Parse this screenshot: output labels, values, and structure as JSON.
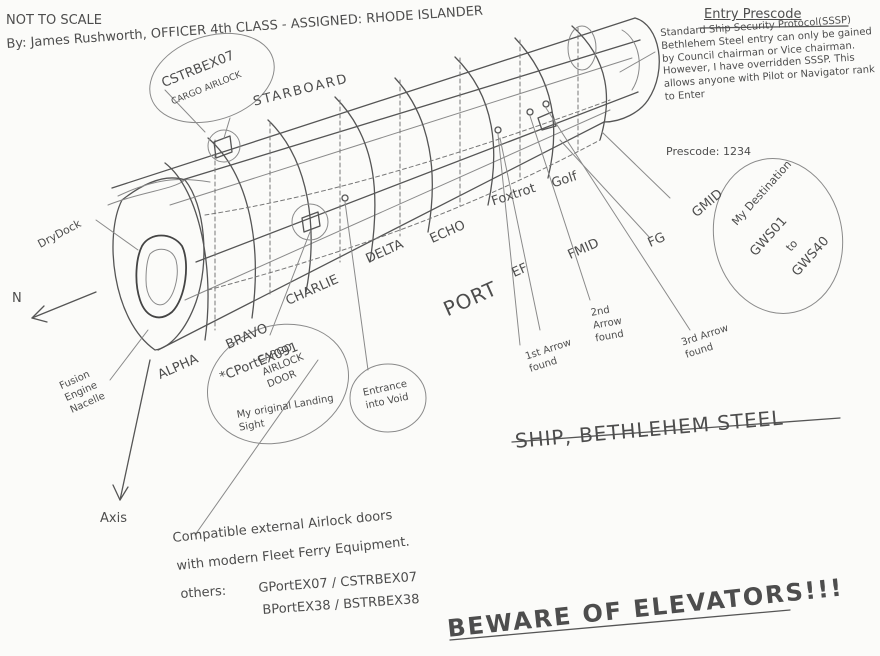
{
  "header": {
    "scale_note": "NOT TO SCALE",
    "author_line": "By: James Rushworth, OFFICER 4th CLASS - ASSIGNED: RHODE ISLANDER"
  },
  "entry_box": {
    "title": "Entry Prescode",
    "body": "Standard Ship Security Protocol(SSSP) Bethlehem Steel entry can only be gained by Council chairman or Vice chairman. However, I have overridden SSSP. This allows anyone with Pilot or Navigator rank to Enter",
    "prescode": "Prescode: 1234"
  },
  "airlocks": {
    "starboard_code": "CSTRBEX07",
    "starboard_desc": "CARGO AIRLOCK",
    "port_code": "*CPortEX091",
    "port_desc": "CARGO AIRLOCK DOOR",
    "port_note": "My original Landing Sight",
    "void_entrance": "Entrance into Void"
  },
  "labels": {
    "starboard": "STARBOARD",
    "drydock": "DryDock",
    "fusion_engine": "Fusion Engine Nacelle",
    "axis": "Axis",
    "north": "N",
    "port": "PORT",
    "section_pointers": [
      "EF",
      "FMID",
      "FG",
      "GMID"
    ]
  },
  "sections": [
    "ALPHA",
    "BRAVO",
    "CHARLIE",
    "DELTA",
    "ECHO",
    "Foxtrot",
    "Golf"
  ],
  "arrows_found": [
    "1st Arrow found",
    "2nd Arrow found",
    "3rd Arrow found"
  ],
  "destination": {
    "label": "My Destination",
    "from": "GWS01",
    "joiner": "to",
    "to": "GWS40"
  },
  "ship_name": "SHIP, BETHLEHEM STEEL",
  "compat_note": {
    "line1": "Compatible external Airlock doors",
    "line2": "with modern Fleet Ferry Equipment.",
    "others_label": "others:",
    "others1": "GPortEX07 / CSTRBEX07",
    "others2": "BPortEX38 / BSTRBEX38"
  },
  "warning": "BEWARE OF ELEVATORS!!!"
}
